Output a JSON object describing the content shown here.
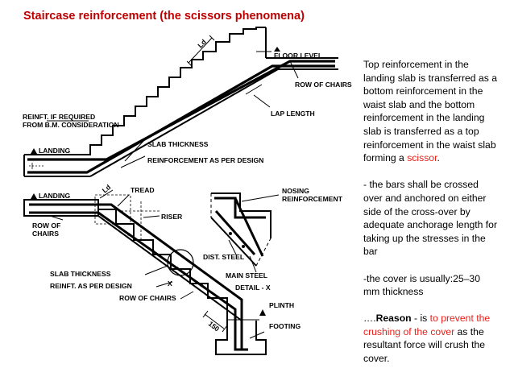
{
  "slide": {
    "title": "Staircase reinforcement (the scissors phenomena)",
    "colors": {
      "title": "#c00000",
      "highlight": "#e8211b",
      "text": "#000000"
    }
  },
  "drawing": {
    "top_labels": {
      "ld": "Ld",
      "floor_level": "FLOOR LEVEL",
      "row_of_chairs": "ROW OF CHAIRS",
      "lap_length": "LAP LENGTH",
      "reinft_if_required_1": "REINFT. IF REQUIRED",
      "reinft_if_required_2": "FROM B.M. CONSIDERATION",
      "slab_thickness": "SLAB THICKNESS",
      "landing": "LANDING",
      "reinforcement_as_per_design": "REINFORCEMENT AS PER DESIGN"
    },
    "bottom_labels": {
      "landing": "LANDING",
      "ld": "Ld",
      "tread": "TREAD",
      "riser": "RISER",
      "row_of_chairs_1": "ROW OF",
      "row_of_chairs_2": "CHAIRS",
      "slab_thickness": "SLAB THICKNESS",
      "reinft_as_per_design": "REINFT. AS PER DESIGN",
      "x_mark": "X",
      "row_of_chairs": "ROW OF CHAIRS",
      "dist_steel": "DIST. STEEL",
      "main_steel": "MAIN STEEL",
      "detail_x": "DETAIL - X",
      "plinth": "PLINTH",
      "dim_150": "150",
      "footing": "FOOTING",
      "nosing_1": "NOSING",
      "nosing_2": "REINFORCEMENT"
    }
  },
  "text_panel": {
    "p1_a": "Top reinforcement in the landing slab is transferred as a bottom reinforcement in the waist slab and the bottom reinforcement in the landing slab is transferred as a top reinforcement in the waist slab forming a ",
    "p1_highlight": "scissor",
    "p1_end": ".",
    "p2": "- the bars shall be crossed over and anchored on either side of the cross-over by adequate anchorage length for taking up the stresses in the bar",
    "p3": " -the cover is usually:25–30 mm thickness",
    "p4_a": " ….",
    "p4_bold": "Reason",
    "p4_b": " - is ",
    "p4_highlight": "to prevent the crushing of the cover",
    "p4_c": " as the resultant force will crush the cover."
  }
}
